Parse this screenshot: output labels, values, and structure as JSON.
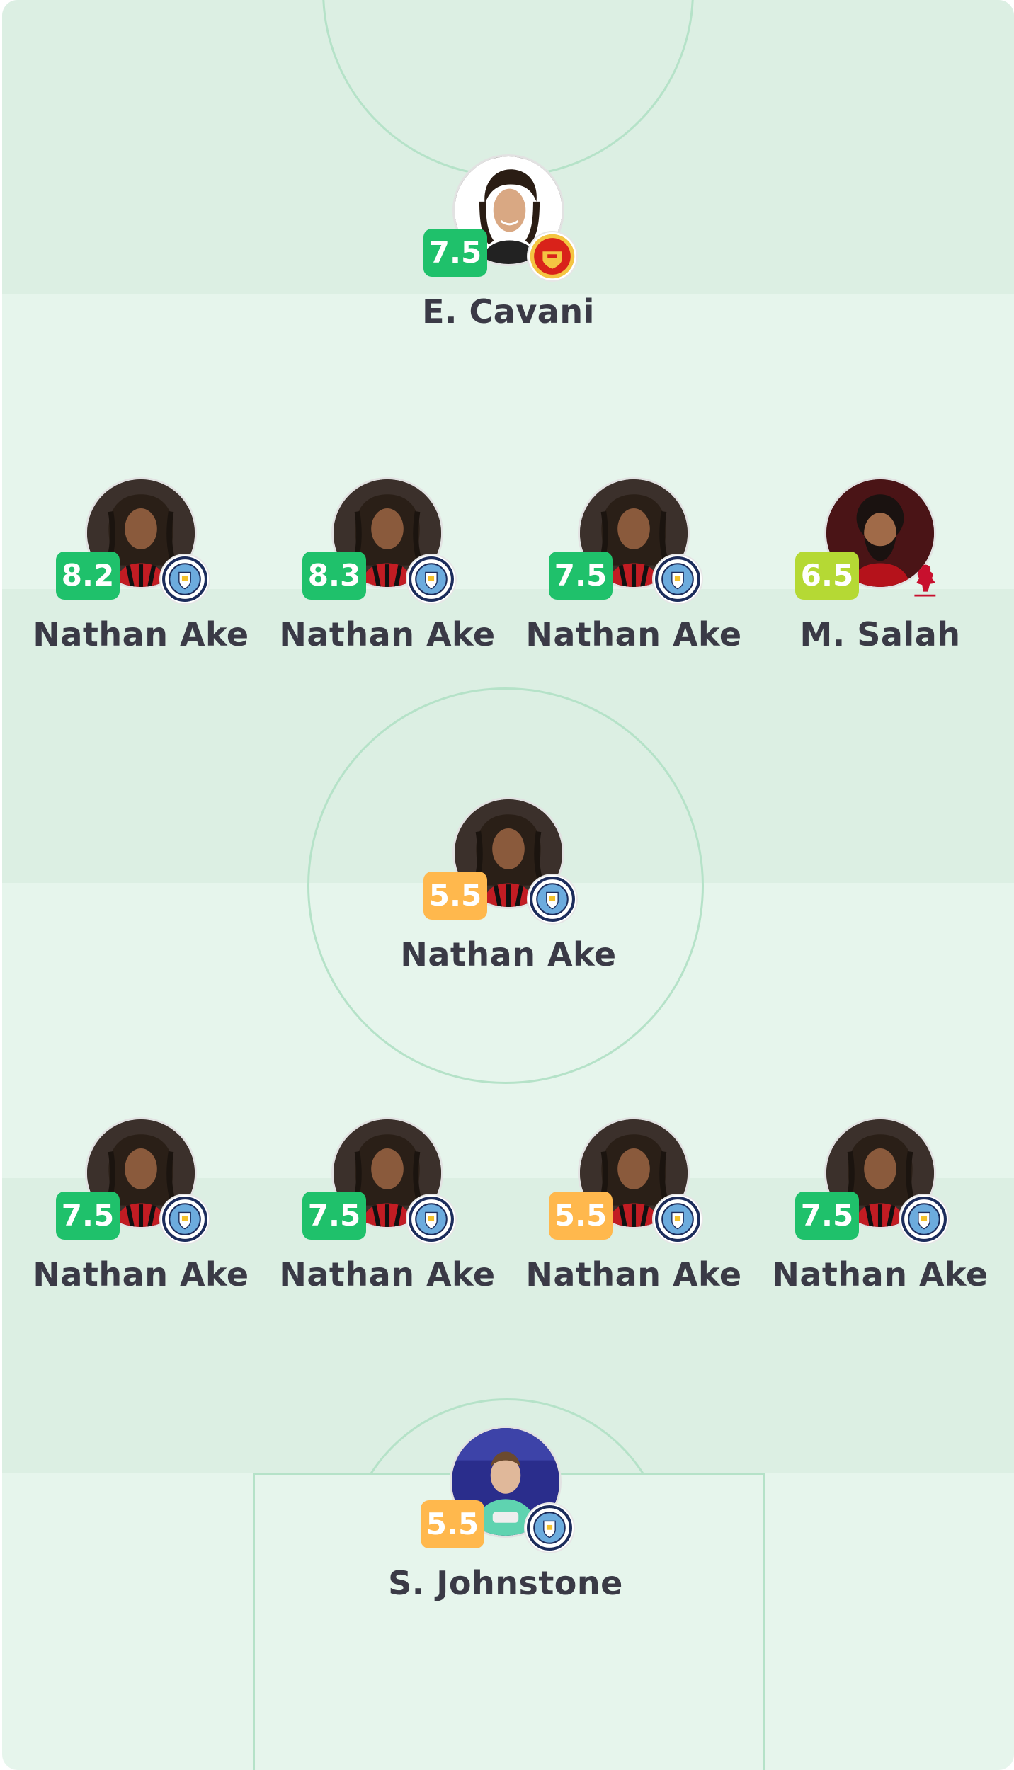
{
  "colors": {
    "pitch_light": "#e6f5ec",
    "pitch_dark": "#dcefe3",
    "line": "#b5e2c8",
    "rating_high": "#1fc16b",
    "rating_mid": "#b5d934",
    "rating_low": "#ffb84d",
    "text": "#3a3a46"
  },
  "players": [
    {
      "name": "E. Cavani",
      "rating": "7.5",
      "rating_color": "#1fc16b",
      "club": "manchester-united",
      "photo": "cavani"
    },
    {
      "name": "Nathan Ake",
      "rating": "8.2",
      "rating_color": "#1fc16b",
      "club": "manchester-city",
      "photo": "ake"
    },
    {
      "name": "Nathan Ake",
      "rating": "8.3",
      "rating_color": "#1fc16b",
      "club": "manchester-city",
      "photo": "ake"
    },
    {
      "name": "Nathan Ake",
      "rating": "7.5",
      "rating_color": "#1fc16b",
      "club": "manchester-city",
      "photo": "ake"
    },
    {
      "name": "M. Salah",
      "rating": "6.5",
      "rating_color": "#b5d934",
      "club": "liverpool",
      "photo": "salah"
    },
    {
      "name": "Nathan Ake",
      "rating": "5.5",
      "rating_color": "#ffb84d",
      "club": "manchester-city",
      "photo": "ake"
    },
    {
      "name": "Nathan Ake",
      "rating": "7.5",
      "rating_color": "#1fc16b",
      "club": "manchester-city",
      "photo": "ake"
    },
    {
      "name": "Nathan Ake",
      "rating": "7.5",
      "rating_color": "#1fc16b",
      "club": "manchester-city",
      "photo": "ake"
    },
    {
      "name": "Nathan Ake",
      "rating": "5.5",
      "rating_color": "#ffb84d",
      "club": "manchester-city",
      "photo": "ake"
    },
    {
      "name": "Nathan Ake",
      "rating": "7.5",
      "rating_color": "#1fc16b",
      "club": "manchester-city",
      "photo": "ake"
    },
    {
      "name": "S. Johnstone",
      "rating": "5.5",
      "rating_color": "#ffb84d",
      "club": "manchester-city",
      "photo": "johnstone"
    }
  ]
}
